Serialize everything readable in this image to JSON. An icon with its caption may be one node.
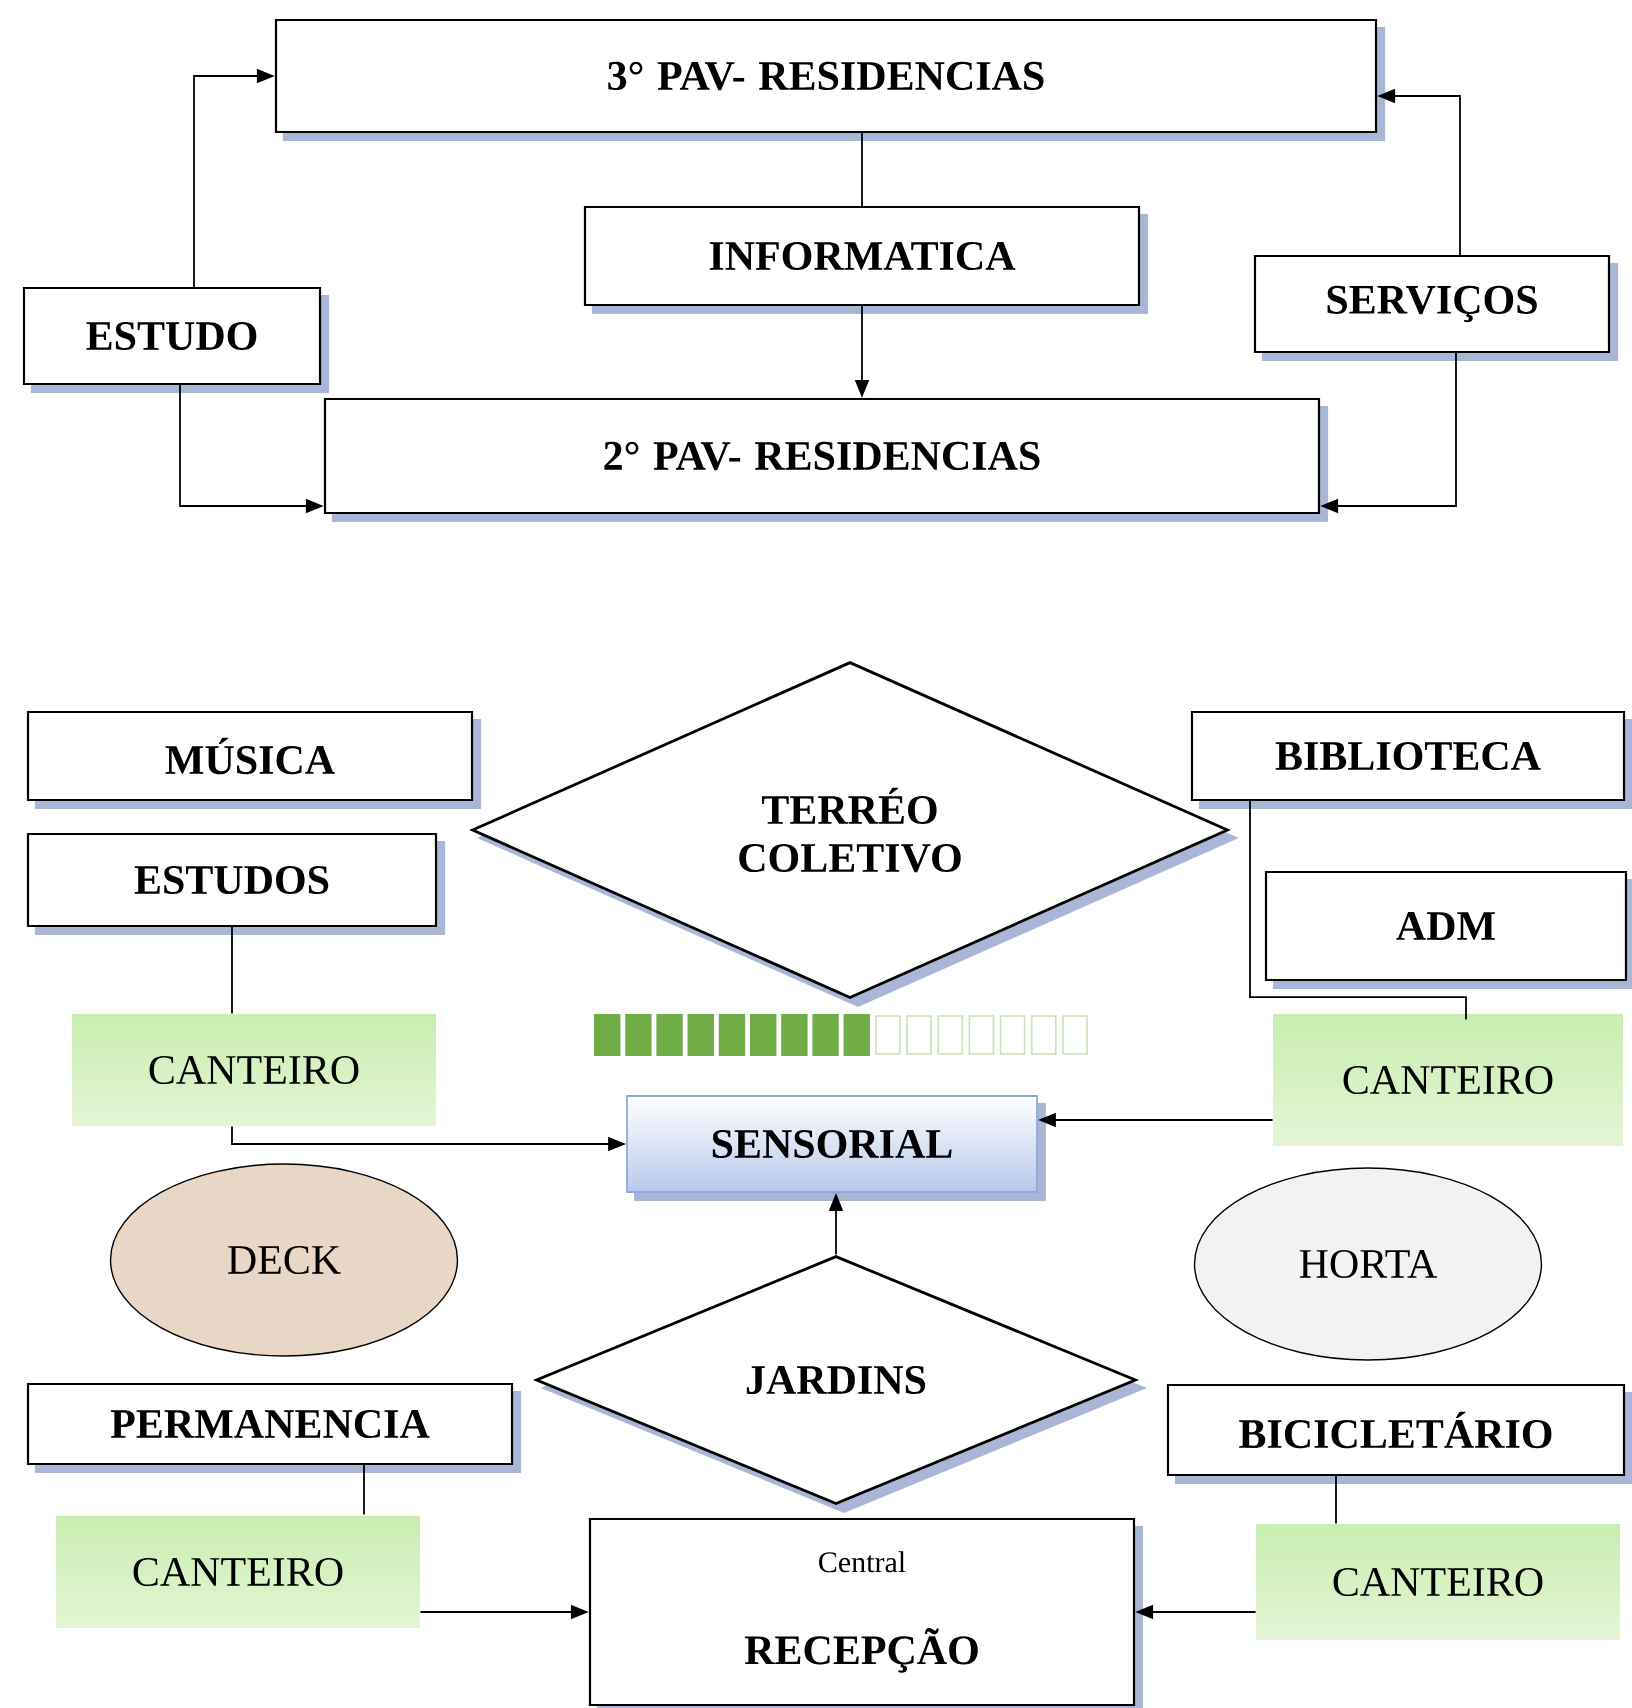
{
  "diagram": {
    "nodes": [
      {
        "text": [
          "3° PAV- RESIDENCIAS"
        ]
      },
      {
        "text": [
          "INFORMATICA"
        ]
      },
      {
        "text": [
          "ESTUDO"
        ]
      },
      {
        "text": [
          "SERVIÇOS"
        ]
      },
      {
        "text": [
          "2° PAV- RESIDENCIAS"
        ]
      },
      {
        "text": [
          "MÚSICA"
        ]
      },
      {
        "text": [
          "TERRÉO COLETIVO"
        ]
      },
      {
        "text": [
          "BIBLIOTECA"
        ]
      },
      {
        "text": [
          "ESTUDOS"
        ]
      },
      {
        "text": [
          "ADM"
        ]
      },
      {
        "text": [
          "CANTEIRO"
        ]
      },
      {
        "text": [
          "CANTEIRO"
        ]
      },
      {
        "text": [
          "SENSORIAL"
        ]
      },
      {
        "text": [
          "DECK"
        ]
      },
      {
        "text": [
          "HORTA"
        ]
      },
      {
        "text": [
          "JARDINS"
        ]
      },
      {
        "text": [
          "PERMANENCIA"
        ]
      },
      {
        "text": [
          "BICICLETÁRIO"
        ]
      },
      {
        "text": [
          "CANTEIRO"
        ]
      },
      {
        "text": [
          "Central",
          "RECEPÇÃO"
        ]
      },
      {
        "text": [
          "CANTEIRO"
        ]
      }
    ],
    "edges": [
      {
        "from": 0,
        "to": 1,
        "arrow": "none"
      },
      {
        "from": 1,
        "to": 4,
        "arrow": "to"
      },
      {
        "from": 2,
        "to": 0,
        "arrow": "to"
      },
      {
        "from": 2,
        "to": 4,
        "arrow": "to"
      },
      {
        "from": 3,
        "to": 0,
        "arrow": "to"
      },
      {
        "from": 3,
        "to": 4,
        "arrow": "to"
      },
      {
        "from": 8,
        "to": 10,
        "arrow": "none"
      },
      {
        "from": 10,
        "to": 12,
        "arrow": "to"
      },
      {
        "from": 7,
        "to": 11,
        "arrow": "none"
      },
      {
        "from": 11,
        "to": 12,
        "arrow": "to"
      },
      {
        "from": 15,
        "to": 12,
        "arrow": "to"
      },
      {
        "from": 16,
        "to": 18,
        "arrow": "none"
      },
      {
        "from": 18,
        "to": 19,
        "arrow": "to"
      },
      {
        "from": 17,
        "to": 20,
        "arrow": "none"
      },
      {
        "from": 20,
        "to": 19,
        "arrow": "to"
      }
    ]
  }
}
